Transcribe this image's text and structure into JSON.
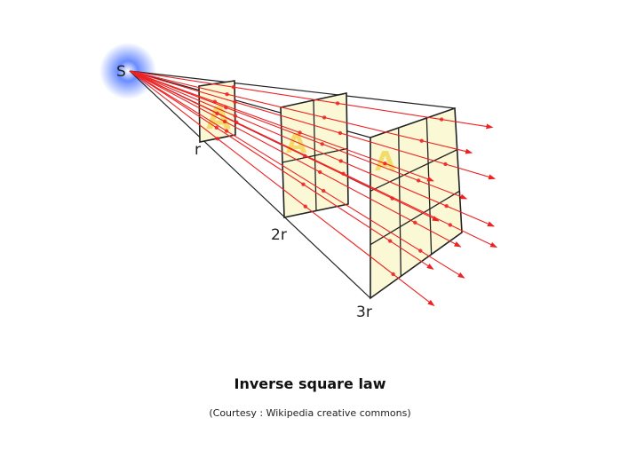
{
  "diagram": {
    "source_label": "S",
    "distance_labels": [
      "r",
      "2r",
      "3r"
    ],
    "surface_letter": "A",
    "colors": {
      "glow": "#3b6bff",
      "ray": "#ee2222",
      "surface_fill": "#fbf8d6",
      "outline": "#222222"
    }
  },
  "caption": {
    "title": "Inverse square law",
    "credit": "(Courtesy : Wikipedia creative commons)"
  }
}
